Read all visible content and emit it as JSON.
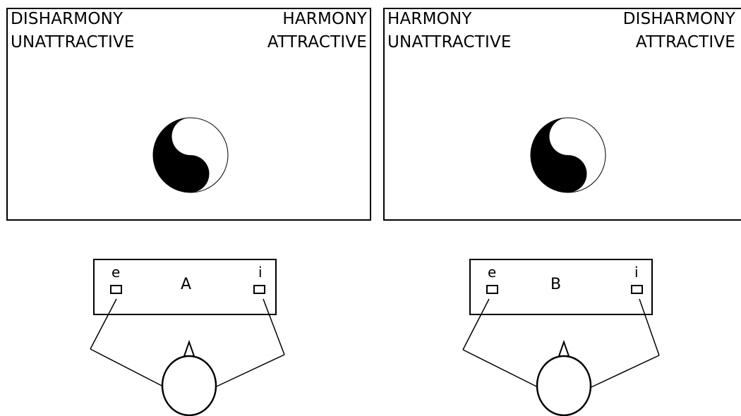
{
  "panels": [
    {
      "top_left_1": "DISHARMONY",
      "top_left_2": "UNATTRACTIVE",
      "top_right_1": "HARMONY",
      "top_right_2": "ATTRACTIVE",
      "keyboard_label": "A",
      "left_key": "e",
      "right_key": "i"
    },
    {
      "top_left_1": "HARMONY",
      "top_left_2": "UNATTRACTIVE",
      "top_right_1": "DISHARMONY",
      "top_right_2": "ATTRACTIVE",
      "keyboard_label": "B",
      "left_key": "e",
      "right_key": "i"
    }
  ],
  "icons": {
    "stimulus": "yin-yang-icon"
  },
  "colors": {
    "ink": "#000000",
    "paper": "#ffffff"
  }
}
